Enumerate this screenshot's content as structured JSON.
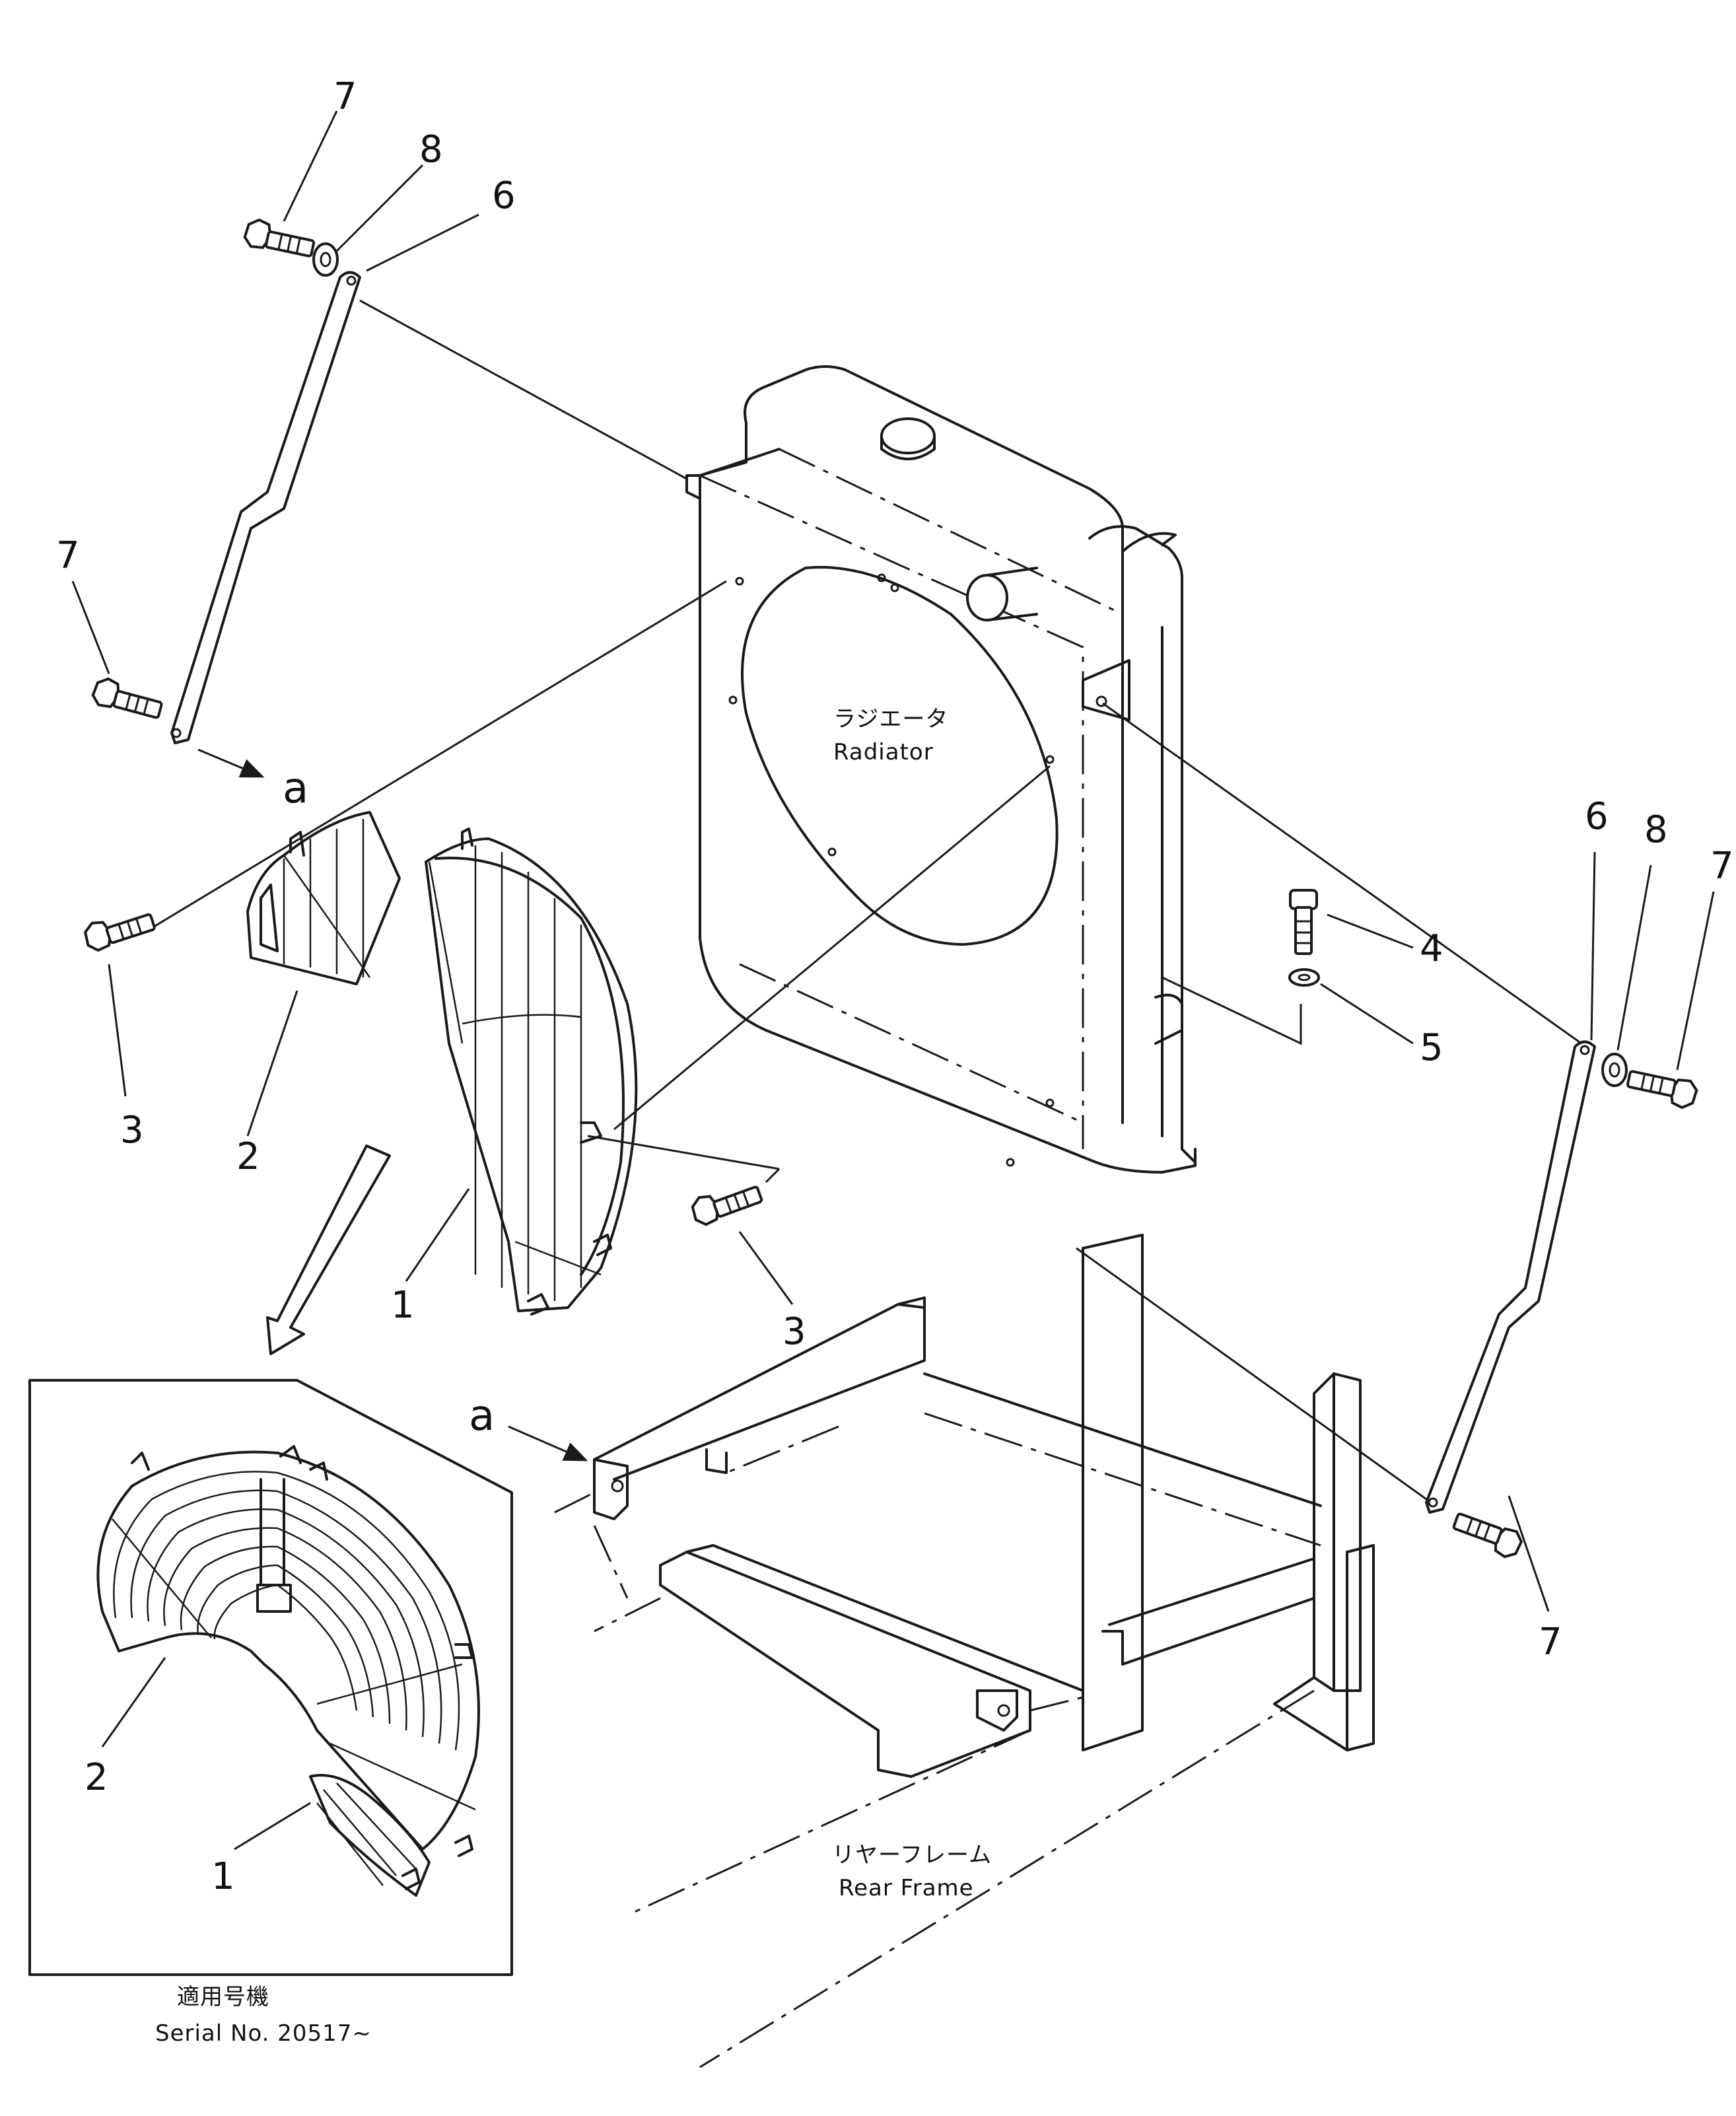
{
  "callouts": {
    "c7_top": "7",
    "c8_top": "8",
    "c6_top": "6",
    "c7_left": "7",
    "c3_left": "3",
    "c2_upper": "2",
    "c1_upper": "1",
    "c3_mid": "3",
    "c4": "4",
    "c5": "5",
    "c6_right": "6",
    "c8_right": "8",
    "c7_right_top": "7",
    "c7_right_bottom": "7",
    "c2_inset": "2",
    "c1_inset": "1"
  },
  "view_markers": {
    "a_upper": "a",
    "a_lower": "a"
  },
  "labels": {
    "radiator_jp": "ラジエータ",
    "radiator_en": "Radiator",
    "rear_frame_jp": "リヤーフレーム",
    "rear_frame_en": "Rear Frame",
    "serial_jp": "適用号機",
    "serial_en": "Serial No. 20517~"
  },
  "icons": [
    "bolt-icon",
    "washer-icon",
    "stay-bar-icon",
    "fan-guard-icon",
    "radiator-icon",
    "rear-frame-icon",
    "arrow-icon"
  ]
}
